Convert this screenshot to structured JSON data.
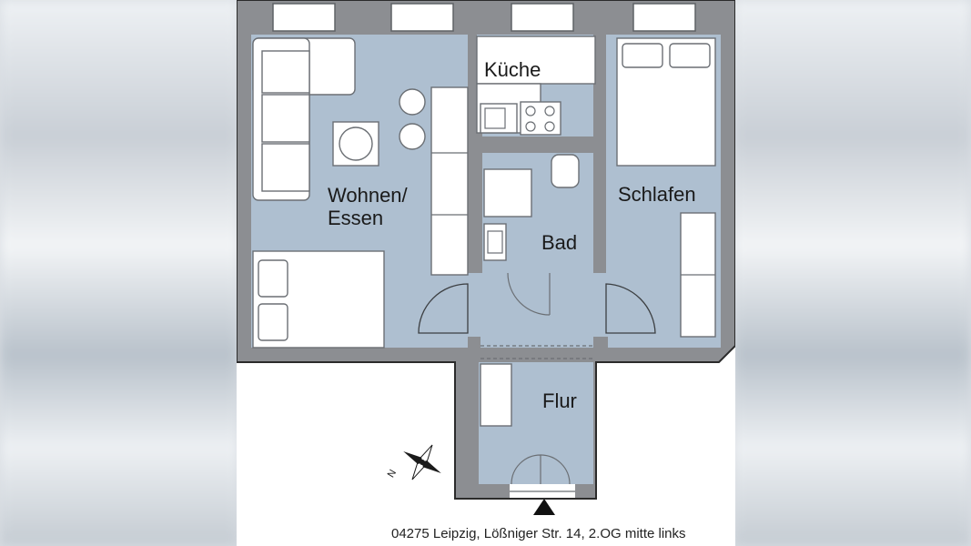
{
  "rooms": {
    "kueche": "Küche",
    "wohnen": "Wohnen/\nEssen",
    "schlafen": "Schlafen",
    "bad": "Bad",
    "flur": "Flur"
  },
  "compass": {
    "north_letter": "N"
  },
  "address": "04275 Leipzig, Lößniger Str. 14, 2.OG mitte links",
  "colors": {
    "floor": "#aebfd0",
    "wall": "#8c8e92",
    "furniture": "#ffffff",
    "background": "#ffffff"
  }
}
